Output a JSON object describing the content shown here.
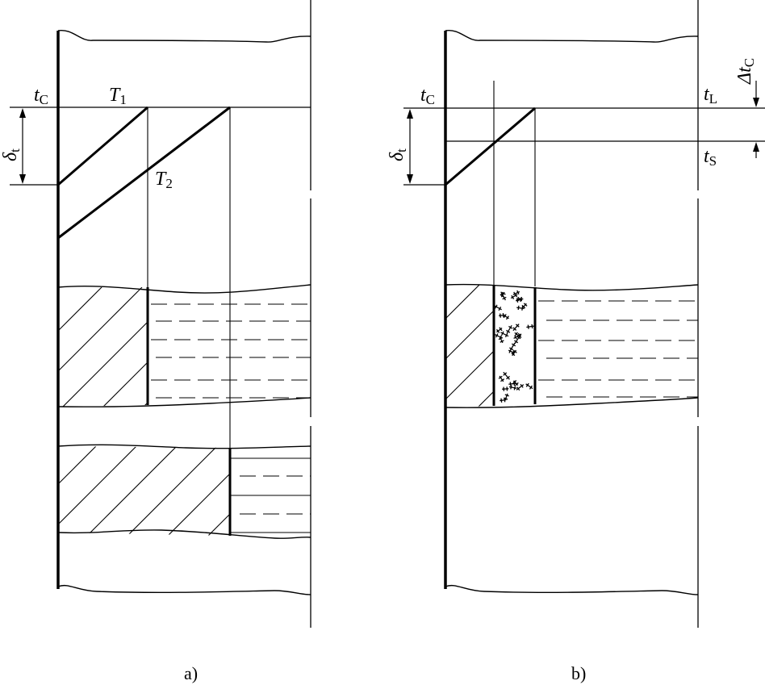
{
  "panel_a": {
    "caption": "a)",
    "t_c": {
      "main": "t",
      "sub": "C"
    },
    "t1": {
      "main": "T",
      "sub": "1"
    },
    "t2": {
      "main": "T",
      "sub": "2"
    },
    "delta_t": {
      "main": "δ",
      "sub": "t"
    }
  },
  "panel_b": {
    "caption": "b)",
    "t_c": {
      "main": "t",
      "sub": "C"
    },
    "t_l": {
      "main": "t",
      "sub": "L"
    },
    "t_s": {
      "main": "t",
      "sub": "S"
    },
    "delta_t": {
      "main": "δ",
      "sub": "t"
    },
    "delta_tc": {
      "main": "Δt",
      "sub": "C"
    }
  }
}
